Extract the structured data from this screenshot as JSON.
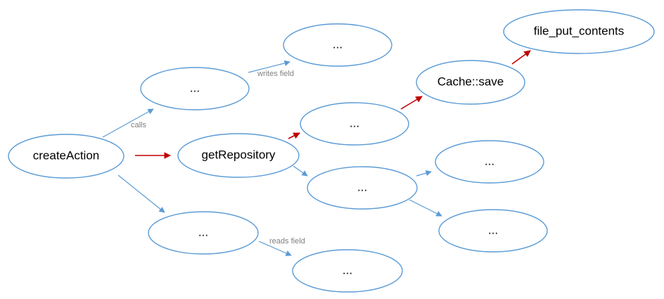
{
  "colors": {
    "node_stroke": "#5b9bd5",
    "call_edge": "#5b9bd5",
    "highlight_edge": "#c00000",
    "label_text": "#7f7f7f"
  },
  "nodes": [
    {
      "id": "createAction",
      "label": "createAction"
    },
    {
      "id": "getRepository",
      "label": "getRepository"
    },
    {
      "id": "cache-save",
      "label": "Cache::save"
    },
    {
      "id": "file-put-contents",
      "label": "file_put_contents"
    },
    {
      "id": "top-left",
      "label": "..."
    },
    {
      "id": "top-mid",
      "label": "..."
    },
    {
      "id": "mid-upper",
      "label": "..."
    },
    {
      "id": "mid-lower",
      "label": "..."
    },
    {
      "id": "right-upper",
      "label": "..."
    },
    {
      "id": "right-lower",
      "label": "..."
    },
    {
      "id": "bottom-left",
      "label": "..."
    },
    {
      "id": "bottom-mid",
      "label": "..."
    }
  ],
  "edge_labels": {
    "writes": "writes field",
    "calls": "calls",
    "reads": "reads field"
  }
}
